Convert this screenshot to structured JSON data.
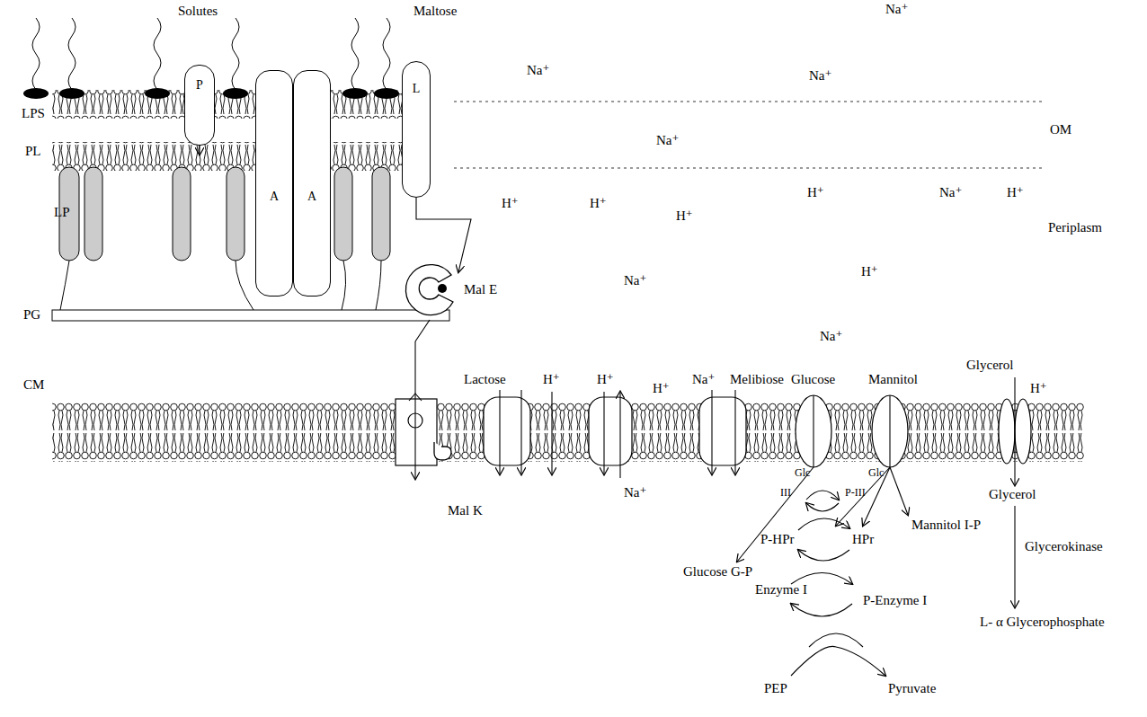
{
  "diagram": {
    "nodes": [
      {
        "text": [
          "P"
        ]
      },
      {
        "text": [
          "A"
        ]
      },
      {
        "text": [
          "A"
        ]
      },
      {
        "text": [
          "L"
        ]
      },
      {
        "text": [
          "Mal E"
        ]
      },
      {
        "text": [
          "Mal K"
        ]
      }
    ],
    "edges": [
      {
        "from": 3,
        "to": 4,
        "arrow": "to"
      }
    ],
    "labels": [
      "Solutes",
      "Maltose",
      "LPS",
      "PL",
      "LP",
      "PG",
      "CM",
      "OM",
      "Periplasm",
      "Na⁺",
      "Na⁺",
      "Na⁺",
      "Na⁺",
      "H⁺",
      "H⁺",
      "H⁺",
      "H⁺",
      "Na⁺",
      "H⁺",
      "Na⁺",
      "H⁺",
      "Na⁺",
      "Lactose",
      "H⁺",
      "H⁺",
      "H⁺",
      "Na⁺",
      "Melibiose",
      "Glucose",
      "Mannitol",
      "Glycerol",
      "H⁺",
      "Na⁺",
      "Glc",
      "III",
      "P-III",
      "Glc",
      "P-HPr",
      "HPr",
      "Mannitol I-P",
      "Glucose G-P",
      "Enzyme I",
      "P-Enzyme I",
      "PEP",
      "Pyruvate",
      "Glycerol",
      "Glycerokinase",
      "L- α Glycerophosphate"
    ]
  }
}
